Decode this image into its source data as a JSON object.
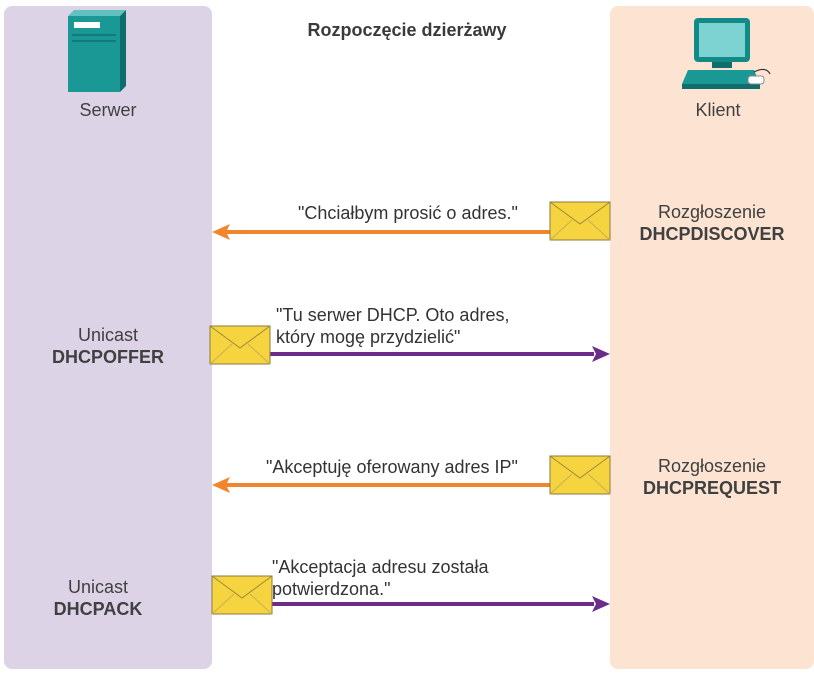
{
  "title": "Rozpoczęcie dzierżawy",
  "server": {
    "label": "Serwer",
    "icon": "server-icon"
  },
  "client": {
    "label": "Klient",
    "icon": "computer-icon"
  },
  "colors": {
    "server_bg": "#ddd3e7",
    "client_bg": "#fde4d2",
    "broadcast_arrow": "#f0852e",
    "unicast_arrow": "#6b2d8a",
    "envelope": "#f6d440"
  },
  "steps": [
    {
      "side": "client",
      "type_label": "Rozgłoszenie",
      "message_name": "DHCPDISCOVER",
      "text": "\"Chciałbym prosić o adres.\""
    },
    {
      "side": "server",
      "type_label": "Unicast",
      "message_name": "DHCPOFFER",
      "text_lines": [
        "\"Tu serwer DHCP. Oto adres,",
        "który mogę przydzielić\""
      ]
    },
    {
      "side": "client",
      "type_label": "Rozgłoszenie",
      "message_name": "DHCPREQUEST",
      "text": "\"Akceptuję oferowany adres IP\""
    },
    {
      "side": "server",
      "type_label": "Unicast",
      "message_name": "DHCPACK",
      "text_lines": [
        "\"Akceptacja adresu została",
        "potwierdzona.\""
      ]
    }
  ]
}
